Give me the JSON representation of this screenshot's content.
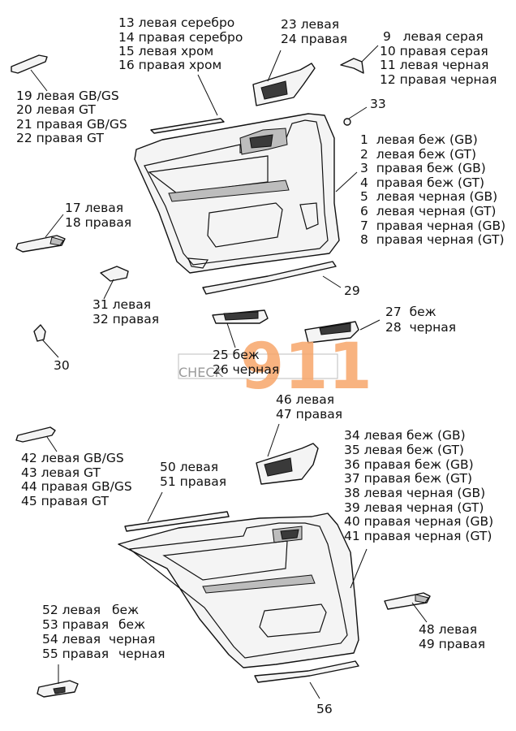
{
  "labels": [
    {
      "id": "l13",
      "text": "13 левая серебро"
    },
    {
      "id": "l14",
      "text": "14 правая серебро"
    },
    {
      "id": "l15",
      "text": "15 левая хром"
    },
    {
      "id": "l16",
      "text": "16 правая хром"
    },
    {
      "id": "l23",
      "text": "23 левая"
    },
    {
      "id": "l24",
      "text": "24 правая"
    },
    {
      "id": "l9",
      "text": "9   левая серая"
    },
    {
      "id": "l10",
      "text": "10 правая серая"
    },
    {
      "id": "l11",
      "text": "11 левая черная"
    },
    {
      "id": "l12",
      "text": "12 правая черная"
    },
    {
      "id": "l19",
      "text": "19 левая GB/GS"
    },
    {
      "id": "l20",
      "text": "20 левая GT"
    },
    {
      "id": "l21",
      "text": "21 правая GB/GS"
    },
    {
      "id": "l22",
      "text": "22 правая GT"
    },
    {
      "id": "l33",
      "text": "33"
    },
    {
      "id": "l1",
      "text": "1  левая беж (GB)"
    },
    {
      "id": "l2",
      "text": "2  левая беж (GT)"
    },
    {
      "id": "l3",
      "text": "3  правая беж (GB)"
    },
    {
      "id": "l4",
      "text": "4  правая беж (GT)"
    },
    {
      "id": "l5",
      "text": "5  левая черная (GB)"
    },
    {
      "id": "l6",
      "text": "6  левая черная (GT)"
    },
    {
      "id": "l7",
      "text": "7  правая черная (GB)"
    },
    {
      "id": "l8",
      "text": "8  правая черная (GT)"
    },
    {
      "id": "l17",
      "text": "17 левая"
    },
    {
      "id": "l18",
      "text": "18 правая"
    },
    {
      "id": "l29",
      "text": "29"
    },
    {
      "id": "l31",
      "text": "31 левая"
    },
    {
      "id": "l32",
      "text": "32 правая"
    },
    {
      "id": "l27",
      "text": "27  беж"
    },
    {
      "id": "l28",
      "text": "28  черная"
    },
    {
      "id": "l30",
      "text": "30"
    },
    {
      "id": "l25",
      "text": "25 беж"
    },
    {
      "id": "l26",
      "text": "26 черная"
    },
    {
      "id": "l46",
      "text": "46 левая"
    },
    {
      "id": "l47",
      "text": "47 правая"
    },
    {
      "id": "l34",
      "text": "34 левая беж (GB)"
    },
    {
      "id": "l35",
      "text": "35 левая беж (GT)"
    },
    {
      "id": "l36",
      "text": "36 правая беж (GB)"
    },
    {
      "id": "l37",
      "text": "37 правая беж (GT)"
    },
    {
      "id": "l38",
      "text": "38 левая черная (GB)"
    },
    {
      "id": "l39",
      "text": "39 левая черная (GT)"
    },
    {
      "id": "l40",
      "text": "40 правая черная (GB)"
    },
    {
      "id": "l41",
      "text": "41 правая черная (GT)"
    },
    {
      "id": "l42",
      "text": "42 левая GB/GS"
    },
    {
      "id": "l43",
      "text": "43 левая GT"
    },
    {
      "id": "l44",
      "text": "44 правая GB/GS"
    },
    {
      "id": "l45",
      "text": "45 правая GT"
    },
    {
      "id": "l50",
      "text": "50 левая"
    },
    {
      "id": "l51",
      "text": "51 правая"
    },
    {
      "id": "l52",
      "text": "52 левая"
    },
    {
      "id": "l53",
      "text": "53 правая"
    },
    {
      "id": "l54",
      "text": "54 левая"
    },
    {
      "id": "l55",
      "text": "55 правая"
    },
    {
      "id": "l52c",
      "text": "беж"
    },
    {
      "id": "l53c",
      "text": "беж"
    },
    {
      "id": "l54c",
      "text": "черная"
    },
    {
      "id": "l55c",
      "text": "черная"
    },
    {
      "id": "l48",
      "text": "48 левая"
    },
    {
      "id": "l49",
      "text": "49 правая"
    },
    {
      "id": "l56",
      "text": "56"
    }
  ],
  "watermark": {
    "text": "CHECK",
    "number": "911",
    "color": "#f7a66a"
  }
}
